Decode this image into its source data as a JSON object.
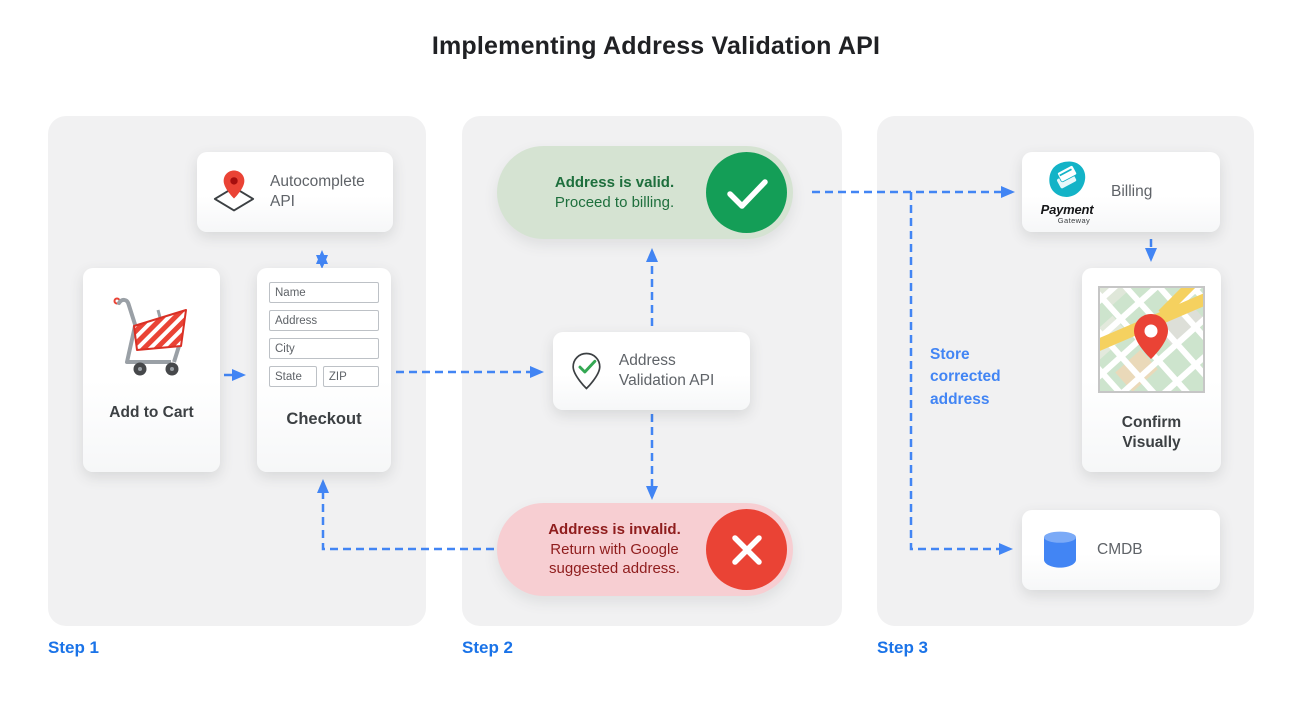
{
  "title": "Implementing Address Validation API",
  "accent_colors": {
    "arrow_blue": "#4285f4",
    "step_label_blue": "#1a73e8",
    "valid_green": "#149e57",
    "invalid_red": "#ea4335",
    "panel_gray": "#f1f1f2"
  },
  "step1": {
    "label": "Step 1",
    "autocomplete_label": "Autocomplete API",
    "add_to_cart_label": "Add to Cart",
    "checkout": {
      "label": "Checkout",
      "name_placeholder": "Name",
      "address_placeholder": "Address",
      "city_placeholder": "City",
      "state_placeholder": "State",
      "zip_placeholder": "ZIP"
    }
  },
  "step2": {
    "label": "Step 2",
    "validation_api_label": "Address Validation API",
    "valid": {
      "title": "Address is valid.",
      "subtitle": "Proceed to billing."
    },
    "invalid": {
      "title": "Address is invalid.",
      "subtitle": "Return with Google suggested address."
    }
  },
  "step3": {
    "label": "Step 3",
    "billing_label": "Billing",
    "payment_logo": {
      "name": "Payment",
      "sub": "Gateway"
    },
    "confirm_label": "Confirm Visually",
    "cmdb_label": "CMDB",
    "store_note": "Store corrected address"
  }
}
